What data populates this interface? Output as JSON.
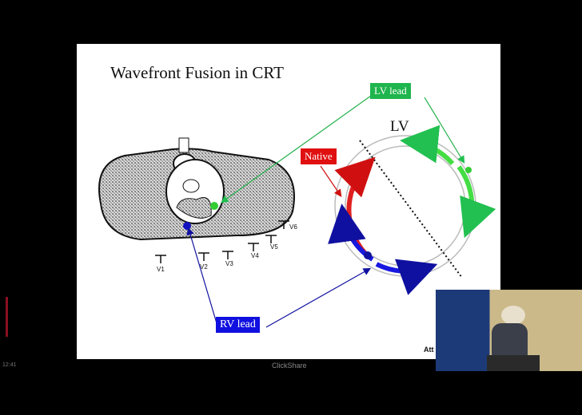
{
  "slide": {
    "title": "Wavefront Fusion in CRT",
    "lv_label": "LV",
    "lv_lead": "LV lead",
    "rv_lead": "RV lead",
    "native": "Native",
    "leads": [
      "V1",
      "V2",
      "V3",
      "V4",
      "V5",
      "V6"
    ],
    "attribution": "Att"
  },
  "footer": {
    "clickshare": "ClickShare",
    "clock": "12:41"
  },
  "colors": {
    "lv_lead": "#22b04a",
    "rv_lead": "#1010e0",
    "native": "#e01010"
  }
}
